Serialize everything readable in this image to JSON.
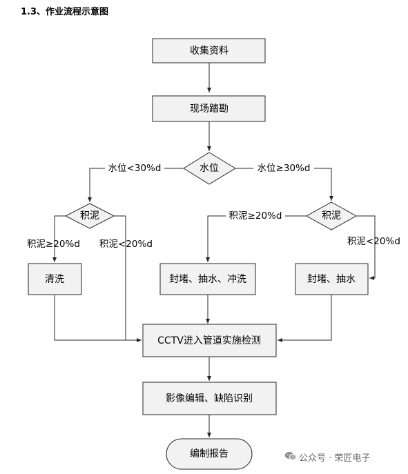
{
  "heading": "1.3、作业流程示意图",
  "nodes": {
    "collect": "收集资料",
    "survey": "现场踏勘",
    "water_decision": "水位",
    "sludge_left": "积泥",
    "sludge_right": "积泥",
    "clean": "清洗",
    "plug_pump_flush": "封堵、抽水、冲洗",
    "plug_pump": "封堵、抽水",
    "cctv": "CCTV进入管道实施检测",
    "image_edit": "影像编辑、缺陷识别",
    "report": "编制报告"
  },
  "labels": {
    "water_low": "水位<30%d",
    "water_high": "水位≥30%d",
    "left_sludge_high": "积泥≥20%d",
    "left_sludge_low": "积泥<20%d",
    "right_sludge_high": "积泥≥20%d",
    "right_sludge_low": "积泥<20%d"
  },
  "watermark": {
    "icon": "wechat-icon",
    "text": "公众号 · 荣匠电子"
  },
  "colors": {
    "box_fill": "#f2f2f2",
    "stroke": "#262626"
  }
}
